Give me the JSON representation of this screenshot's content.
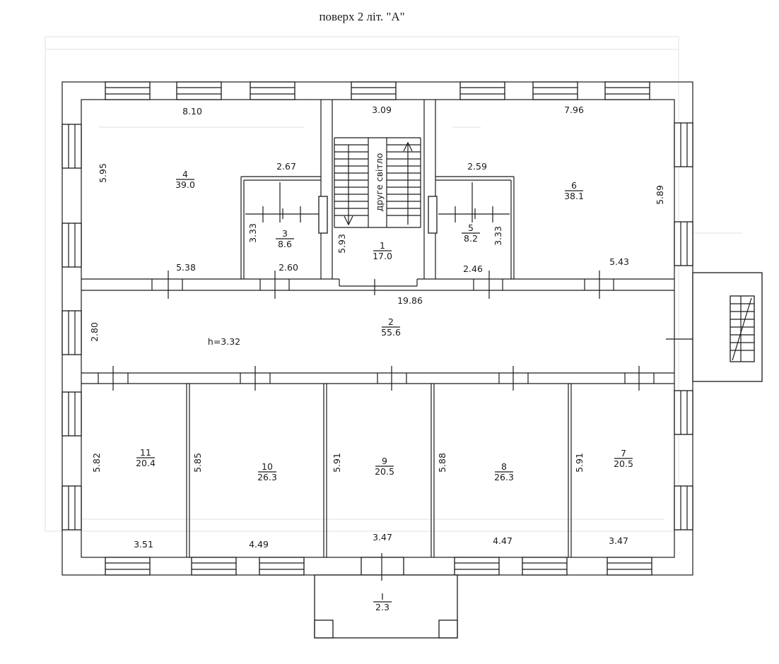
{
  "title": "поверх 2 літ. \"А\"",
  "rooms": [
    {
      "number": "1",
      "area": "17.0"
    },
    {
      "number": "2",
      "area": "55.6"
    },
    {
      "number": "3",
      "area": "8.6"
    },
    {
      "number": "4",
      "area": "39.0"
    },
    {
      "number": "5",
      "area": "8.2"
    },
    {
      "number": "6",
      "area": "38.1"
    },
    {
      "number": "7",
      "area": "20.5"
    },
    {
      "number": "8",
      "area": "26.3"
    },
    {
      "number": "9",
      "area": "20.5"
    },
    {
      "number": "10",
      "area": "26.3"
    },
    {
      "number": "11",
      "area": "20.4"
    },
    {
      "number": "I",
      "area": "2.3"
    }
  ],
  "dimensions": {
    "room4_width": "8.10",
    "room4_depth": "5.95",
    "stair_width": "3.09",
    "room6_width": "7.96",
    "room6_depth": "5.89",
    "room3_width": "2.67",
    "room3_depth": "3.33",
    "room3_bottom": "2.60",
    "room5_width": "2.59",
    "room5_depth": "3.33",
    "room5_bottom": "2.46",
    "room1_depth": "5.93",
    "corridor_left": "5.38",
    "corridor_right": "5.43",
    "corridor_length": "19.86",
    "corridor_width": "2.80",
    "ceiling_height": "h=3.32",
    "room11_depth": "5.82",
    "room11_width": "3.51",
    "room10_depth": "5.85",
    "room10_width": "4.49",
    "room9_depth": "5.91",
    "room9_width": "3.47",
    "room8_depth": "5.88",
    "room8_width": "4.47",
    "room7_depth": "5.91",
    "room7_width": "3.47"
  },
  "stair_label": "друге світло"
}
